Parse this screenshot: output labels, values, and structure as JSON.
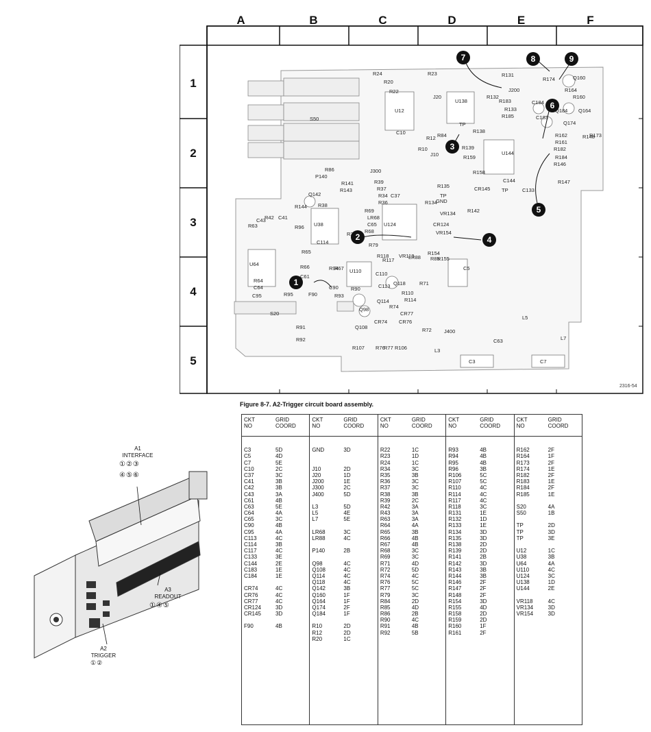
{
  "board": {
    "columns": [
      "A",
      "B",
      "C",
      "D",
      "E",
      "F"
    ],
    "rows": [
      "1",
      "2",
      "3",
      "4",
      "5"
    ],
    "figure_number": "2316-54",
    "callouts": [
      "1",
      "2",
      "3",
      "4",
      "5",
      "6",
      "7",
      "8",
      "9"
    ],
    "parts": [
      {
        "t": "R24"
      },
      {
        "t": "R23"
      },
      {
        "t": "R131"
      },
      {
        "t": "R174"
      },
      {
        "t": "Q160"
      },
      {
        "t": "R20"
      },
      {
        "t": "R22"
      },
      {
        "t": "J20"
      },
      {
        "t": "J200"
      },
      {
        "t": "R164"
      },
      {
        "t": "R160"
      },
      {
        "t": "U12"
      },
      {
        "t": "U138"
      },
      {
        "t": "R132"
      },
      {
        "t": "R183"
      },
      {
        "t": "C184"
      },
      {
        "t": "Q184"
      },
      {
        "t": "Q164"
      },
      {
        "t": "R133"
      },
      {
        "t": "R185"
      },
      {
        "t": "C183"
      },
      {
        "t": "Q174"
      },
      {
        "t": "S50"
      },
      {
        "t": "C10"
      },
      {
        "t": "TP"
      },
      {
        "t": "R84"
      },
      {
        "t": "R12"
      },
      {
        "t": "R138"
      },
      {
        "t": "R162"
      },
      {
        "t": "R161"
      },
      {
        "t": "R148"
      },
      {
        "t": "R173"
      },
      {
        "t": "R10"
      },
      {
        "t": "J10"
      },
      {
        "t": "R139"
      },
      {
        "t": "R159"
      },
      {
        "t": "U144"
      },
      {
        "t": "R182"
      },
      {
        "t": "R184"
      },
      {
        "t": "R146"
      },
      {
        "t": "R86"
      },
      {
        "t": "J300"
      },
      {
        "t": "P140"
      },
      {
        "t": "R158"
      },
      {
        "t": "C144"
      },
      {
        "t": "R39"
      },
      {
        "t": "R141"
      },
      {
        "t": "R143"
      },
      {
        "t": "R37"
      },
      {
        "t": "R135"
      },
      {
        "t": "CR145"
      },
      {
        "t": "TP"
      },
      {
        "t": "C133"
      },
      {
        "t": "R147"
      },
      {
        "t": "R34"
      },
      {
        "t": "R36"
      },
      {
        "t": "C37"
      },
      {
        "t": "TP"
      },
      {
        "t": "GND"
      },
      {
        "t": "R134"
      },
      {
        "t": "Q142"
      },
      {
        "t": "R38"
      },
      {
        "t": "R144"
      },
      {
        "t": "R69"
      },
      {
        "t": "LR68"
      },
      {
        "t": "C65"
      },
      {
        "t": "R68"
      },
      {
        "t": "VR134"
      },
      {
        "t": "R142"
      },
      {
        "t": "R63"
      },
      {
        "t": "C43"
      },
      {
        "t": "R42"
      },
      {
        "t": "C41"
      },
      {
        "t": "R96"
      },
      {
        "t": "U38"
      },
      {
        "t": "R35"
      },
      {
        "t": "U124"
      },
      {
        "t": "CR124"
      },
      {
        "t": "VR154"
      },
      {
        "t": "C114"
      },
      {
        "t": "R79"
      },
      {
        "t": "R65"
      },
      {
        "t": "R118"
      },
      {
        "t": "VR118"
      },
      {
        "t": "LR88"
      },
      {
        "t": "R85"
      },
      {
        "t": "R154"
      },
      {
        "t": "R155"
      },
      {
        "t": "C5"
      },
      {
        "t": "U64"
      },
      {
        "t": "R66"
      },
      {
        "t": "R94"
      },
      {
        "t": "R67"
      },
      {
        "t": "U110"
      },
      {
        "t": "C61"
      },
      {
        "t": "C110"
      },
      {
        "t": "R117"
      },
      {
        "t": "R64"
      },
      {
        "t": "C64"
      },
      {
        "t": "C90"
      },
      {
        "t": "R90"
      },
      {
        "t": "C113"
      },
      {
        "t": "Q118"
      },
      {
        "t": "R71"
      },
      {
        "t": "C95"
      },
      {
        "t": "R95"
      },
      {
        "t": "F90"
      },
      {
        "t": "R93"
      },
      {
        "t": "R110"
      },
      {
        "t": "R114"
      },
      {
        "t": "Q114"
      },
      {
        "t": "R74"
      },
      {
        "t": "Q98"
      },
      {
        "t": "CR77"
      },
      {
        "t": "S20"
      },
      {
        "t": "CR74"
      },
      {
        "t": "CR76"
      },
      {
        "t": "L5"
      },
      {
        "t": "Q108"
      },
      {
        "t": "R91"
      },
      {
        "t": "R72"
      },
      {
        "t": "J400"
      },
      {
        "t": "R92"
      },
      {
        "t": "R76"
      },
      {
        "t": "R77"
      },
      {
        "t": "R106"
      },
      {
        "t": "R107"
      },
      {
        "t": "L3"
      },
      {
        "t": "C63"
      },
      {
        "t": "L7"
      },
      {
        "t": "C3"
      },
      {
        "t": "C7"
      }
    ]
  },
  "caption": "Figure 8-7. A2-Trigger circuit board assembly.",
  "assembly": {
    "a1_label": "A1",
    "a1_name": "INTERFACE",
    "a1_marks_top": "①②③",
    "a1_marks_bottom": "④⑤⑥",
    "a3_label": "A3",
    "a3_name": "READOUT",
    "a3_marks": "①④⑤",
    "a2_label": "A2",
    "a2_name": "TRIGGER",
    "a2_marks": "①②"
  },
  "table": {
    "header_ckt": [
      "CKT",
      "NO"
    ],
    "header_grid": [
      "GRID",
      "COORD"
    ],
    "columns": [
      [
        [
          "",
          ""
        ],
        [
          "C3",
          "5D"
        ],
        [
          "C5",
          "4D"
        ],
        [
          "C7",
          "5E"
        ],
        [
          "C10",
          "2C"
        ],
        [
          "C37",
          "3C"
        ],
        [
          "C41",
          "3B"
        ],
        [
          "C42",
          "3B"
        ],
        [
          "C43",
          "3A"
        ],
        [
          "C61",
          "4B"
        ],
        [
          "C63",
          "5E"
        ],
        [
          "C64",
          "4A"
        ],
        [
          "C65",
          "3C"
        ],
        [
          "C90",
          "4B"
        ],
        [
          "C95",
          "4A"
        ],
        [
          "C113",
          "4C"
        ],
        [
          "C114",
          "3B"
        ],
        [
          "C117",
          "4C"
        ],
        [
          "C133",
          "3E"
        ],
        [
          "C144",
          "2E"
        ],
        [
          "C183",
          "1E"
        ],
        [
          "C184",
          "1E"
        ],
        [
          "",
          ""
        ],
        [
          "CR74",
          "4C"
        ],
        [
          "CR76",
          "4C"
        ],
        [
          "CR77",
          "4C"
        ],
        [
          "CR124",
          "3D"
        ],
        [
          "CR145",
          "3D"
        ],
        [
          "",
          ""
        ],
        [
          "F90",
          "4B"
        ]
      ],
      [
        [
          "",
          ""
        ],
        [
          "GND",
          "3D"
        ],
        [
          "",
          ""
        ],
        [
          "",
          ""
        ],
        [
          "J10",
          "2D"
        ],
        [
          "J20",
          "1D"
        ],
        [
          "J200",
          "1E"
        ],
        [
          "J300",
          "2C"
        ],
        [
          "J400",
          "5D"
        ],
        [
          "",
          ""
        ],
        [
          "L3",
          "5D"
        ],
        [
          "L5",
          "4E"
        ],
        [
          "L7",
          "5E"
        ],
        [
          "",
          ""
        ],
        [
          "LR68",
          "3C"
        ],
        [
          "LR88",
          "4C"
        ],
        [
          "",
          ""
        ],
        [
          "P140",
          "2B"
        ],
        [
          "",
          ""
        ],
        [
          "Q98",
          "4C"
        ],
        [
          "Q108",
          "4C"
        ],
        [
          "Q114",
          "4C"
        ],
        [
          "Q118",
          "4C"
        ],
        [
          "Q142",
          "3B"
        ],
        [
          "Q160",
          "1F"
        ],
        [
          "Q164",
          "1F"
        ],
        [
          "Q174",
          "2F"
        ],
        [
          "Q184",
          "1F"
        ],
        [
          "",
          ""
        ],
        [
          "R10",
          "2D"
        ],
        [
          "R12",
          "2D"
        ],
        [
          "R20",
          "1C"
        ]
      ],
      [
        [
          "",
          ""
        ],
        [
          "R22",
          "1C"
        ],
        [
          "R23",
          "1D"
        ],
        [
          "R24",
          "1C"
        ],
        [
          "R34",
          "3C"
        ],
        [
          "R35",
          "3B"
        ],
        [
          "R36",
          "3C"
        ],
        [
          "R37",
          "3C"
        ],
        [
          "R38",
          "3B"
        ],
        [
          "R39",
          "2C"
        ],
        [
          "R42",
          "3A"
        ],
        [
          "R43",
          "3A"
        ],
        [
          "R63",
          "3A"
        ],
        [
          "R64",
          "4A"
        ],
        [
          "R65",
          "3B"
        ],
        [
          "R66",
          "4B"
        ],
        [
          "R67",
          "4B"
        ],
        [
          "R68",
          "3C"
        ],
        [
          "R69",
          "3C"
        ],
        [
          "R71",
          "4D"
        ],
        [
          "R72",
          "5D"
        ],
        [
          "R74",
          "4C"
        ],
        [
          "R76",
          "5C"
        ],
        [
          "R77",
          "5C"
        ],
        [
          "R79",
          "3C"
        ],
        [
          "R84",
          "2D"
        ],
        [
          "R85",
          "4D"
        ],
        [
          "R86",
          "2B"
        ],
        [
          "R90",
          "4C"
        ],
        [
          "R91",
          "4B"
        ],
        [
          "R92",
          "5B"
        ]
      ],
      [
        [
          "",
          ""
        ],
        [
          "R93",
          "4B"
        ],
        [
          "R94",
          "4B"
        ],
        [
          "R95",
          "4B"
        ],
        [
          "R96",
          "3B"
        ],
        [
          "R106",
          "5C"
        ],
        [
          "R107",
          "5C"
        ],
        [
          "R110",
          "4C"
        ],
        [
          "R114",
          "4C"
        ],
        [
          "R117",
          "4C"
        ],
        [
          "R118",
          "3C"
        ],
        [
          "R131",
          "1E"
        ],
        [
          "R132",
          "1D"
        ],
        [
          "R133",
          "1E"
        ],
        [
          "R134",
          "3D"
        ],
        [
          "R135",
          "3D"
        ],
        [
          "R138",
          "2D"
        ],
        [
          "R139",
          "2D"
        ],
        [
          "R141",
          "2B"
        ],
        [
          "R142",
          "3D"
        ],
        [
          "R143",
          "3B"
        ],
        [
          "R144",
          "3B"
        ],
        [
          "R146",
          "2F"
        ],
        [
          "R147",
          "2F"
        ],
        [
          "R148",
          "2F"
        ],
        [
          "R154",
          "3D"
        ],
        [
          "R155",
          "4D"
        ],
        [
          "R158",
          "2D"
        ],
        [
          "R159",
          "2D"
        ],
        [
          "R160",
          "1F"
        ],
        [
          "R161",
          "2F"
        ]
      ],
      [
        [
          "",
          ""
        ],
        [
          "R162",
          "2F"
        ],
        [
          "R164",
          "1F"
        ],
        [
          "R173",
          "2F"
        ],
        [
          "R174",
          "1E"
        ],
        [
          "R182",
          "2F"
        ],
        [
          "R183",
          "1E"
        ],
        [
          "R184",
          "2F"
        ],
        [
          "R185",
          "1E"
        ],
        [
          "",
          ""
        ],
        [
          "S20",
          "4A"
        ],
        [
          "S50",
          "1B"
        ],
        [
          "",
          ""
        ],
        [
          "TP",
          "2D"
        ],
        [
          "TP",
          "3D"
        ],
        [
          "TP",
          "3E"
        ],
        [
          "",
          ""
        ],
        [
          "U12",
          "1C"
        ],
        [
          "U38",
          "3B"
        ],
        [
          "U64",
          "4A"
        ],
        [
          "U110",
          "4C"
        ],
        [
          "U124",
          "3C"
        ],
        [
          "U138",
          "1D"
        ],
        [
          "U144",
          "2E"
        ],
        [
          "",
          ""
        ],
        [
          "VR118",
          "4C"
        ],
        [
          "VR134",
          "3D"
        ],
        [
          "VR154",
          "3D"
        ]
      ]
    ]
  }
}
